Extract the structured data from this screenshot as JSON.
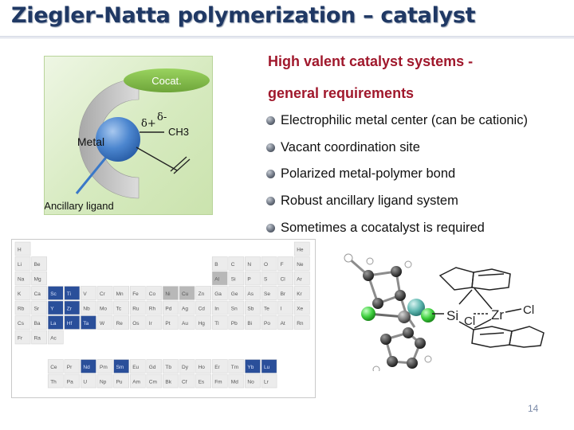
{
  "slide": {
    "title": "Ziegler-Natta polymerization – catalyst",
    "page_number": "14"
  },
  "diagram": {
    "cocatalyst_label": "Cocat.",
    "metal_label": "Metal",
    "ligand_label": "Ancillary ligand",
    "delta_plus": "δ+",
    "delta_minus": "δ-",
    "methyl_label": "CH3"
  },
  "requirements": {
    "heading_line1": "High valent catalyst systems -",
    "heading_line2": "general requirements",
    "items": [
      "Electrophilic metal center (can be cationic)",
      "Vacant coordination site",
      "Polarized metal-polymer bond",
      "Robust ancillary ligand system",
      "Sometimes a cocatalyst is required"
    ]
  },
  "periodic_table": {
    "rows": [
      [
        "H",
        "",
        "",
        "",
        "",
        "",
        "",
        "",
        "",
        "",
        "",
        "",
        "",
        "",
        "",
        "",
        "",
        "He"
      ],
      [
        "Li",
        "Be",
        "",
        "",
        "",
        "",
        "",
        "",
        "",
        "",
        "",
        "",
        "B",
        "C",
        "N",
        "O",
        "F",
        "Ne"
      ],
      [
        "Na",
        "Mg",
        "",
        "",
        "",
        "",
        "",
        "",
        "",
        "",
        "",
        "",
        "Al",
        "Si",
        "P",
        "S",
        "Cl",
        "Ar"
      ],
      [
        "K",
        "Ca",
        "Sc",
        "Ti",
        "V",
        "Cr",
        "Mn",
        "Fe",
        "Co",
        "Ni",
        "Cu",
        "Zn",
        "Ga",
        "Ge",
        "As",
        "Se",
        "Br",
        "Kr"
      ],
      [
        "Rb",
        "Sr",
        "Y",
        "Zr",
        "Nb",
        "Mo",
        "Tc",
        "Ru",
        "Rh",
        "Pd",
        "Ag",
        "Cd",
        "In",
        "Sn",
        "Sb",
        "Te",
        "I",
        "Xe"
      ],
      [
        "Cs",
        "Ba",
        "La",
        "Hf",
        "Ta",
        "W",
        "Re",
        "Os",
        "Ir",
        "Pt",
        "Au",
        "Hg",
        "Tl",
        "Pb",
        "Bi",
        "Po",
        "At",
        "Rn"
      ],
      [
        "Fr",
        "Ra",
        "Ac",
        "",
        "",
        "",
        "",
        "",
        "",
        "",
        "",
        "",
        "",
        "",
        "",
        "",
        "",
        ""
      ]
    ],
    "lanthanides": [
      "Ce",
      "Pr",
      "Nd",
      "Pm",
      "Sm",
      "Eu",
      "Gd",
      "Tb",
      "Dy",
      "Ho",
      "Er",
      "Tm",
      "Yb",
      "Lu"
    ],
    "actinides": [
      "Th",
      "Pa",
      "U",
      "Np",
      "Pu",
      "Am",
      "Cm",
      "Bk",
      "Cf",
      "Es",
      "Fm",
      "Md",
      "No",
      "Lr"
    ],
    "highlighted": [
      "Sc",
      "Ti",
      "Y",
      "Zr",
      "La",
      "Hf",
      "Ta",
      "Nd",
      "Sm",
      "Yb",
      "Lu"
    ],
    "grey": [
      "Ni",
      "Cu",
      "Al"
    ],
    "colors": {
      "highlight_fill": "#2a4f9a",
      "highlight_text": "#dce6ff",
      "grey_fill": "#b8b8b8",
      "cell_fill": "#ececec",
      "cell_text": "#555555"
    }
  },
  "molecule": {
    "si_label": "Si",
    "zr_label": "Zr",
    "cl_label_1": "Cl",
    "cl_label_2": "Cl"
  },
  "colors": {
    "title": "#1f3864",
    "heading": "#a0182c",
    "diagram_bg": "#d6eabf",
    "metal_sphere": "#3a78c8",
    "chlorine_green": "#3ecf3e"
  }
}
